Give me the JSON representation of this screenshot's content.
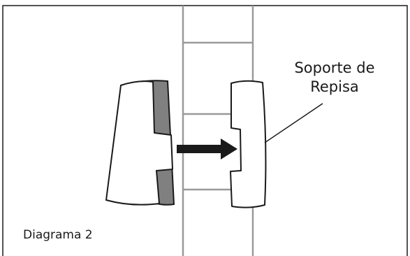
{
  "diagram": {
    "callout": {
      "line1": "Soporte de",
      "line2": "Repisa"
    },
    "caption": "Diagrama 2"
  },
  "colors": {
    "outline": "#1a1a1a",
    "rail": "#9a9a9a",
    "shadow": "#808080",
    "paper": "#ffffff"
  }
}
